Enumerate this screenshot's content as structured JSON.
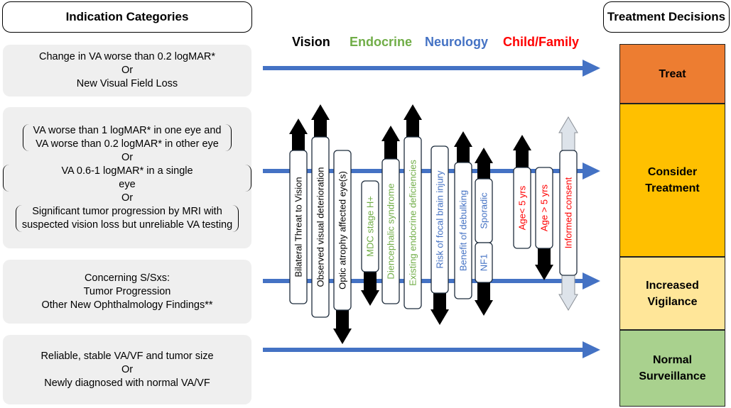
{
  "headers": {
    "left": "Indication Categories",
    "right": "Treatment Decisions"
  },
  "legend": [
    {
      "label": "Vision",
      "color": "#000000"
    },
    {
      "label": "Endocrine",
      "color": "#70ad47"
    },
    {
      "label": "Neurology",
      "color": "#4472c4"
    },
    {
      "label": "Child/Family",
      "color": "#ff0000"
    }
  ],
  "categories": {
    "c1": {
      "line1": "Change in VA worse than 0.2 logMAR*",
      "or": "Or",
      "line2": "New Visual Field Loss"
    },
    "c2": {
      "b1_line1": "VA worse than 1 logMAR* in one eye and",
      "b1_line2": "VA worse than 0.2 logMAR* in other eye",
      "or1": "Or",
      "b2_line1": "VA 0.6-1 logMAR* in a single eye",
      "or2": "Or",
      "b3_line1": "Significant tumor progression by MRI with",
      "b3_line2": "suspected vision loss but unreliable VA testing"
    },
    "c3": {
      "line1": "Concerning S/Sxs:",
      "line2": "Tumor Progression",
      "line3": "Other New Ophthalmology Findings**"
    },
    "c4": {
      "line1": "Reliable, stable VA/VF and tumor size",
      "or": "Or",
      "line2": "Newly diagnosed with normal VA/VF"
    }
  },
  "decisions": [
    {
      "label": "Treat",
      "color": "#ed7d31"
    },
    {
      "label": "Consider Treatment",
      "color": "#ffc000"
    },
    {
      "label": "Increased Vigilance",
      "color": "#ffe699"
    },
    {
      "label": "Normal Surveillance",
      "color": "#a9d18e"
    }
  ],
  "factors": [
    {
      "label": "Bilateral Threat to Vision",
      "domain": "vision",
      "color": "#000000",
      "arrow": "up"
    },
    {
      "label": "Observed visual deterioration",
      "domain": "vision",
      "color": "#000000",
      "arrow": "up"
    },
    {
      "label": "Optic atrophy affected eye(s)",
      "domain": "vision",
      "color": "#000000",
      "arrow": "down"
    },
    {
      "label": "MDC stage H+",
      "domain": "endocrine",
      "color": "#70ad47",
      "arrow": "down"
    },
    {
      "label": "Diencephalic syndrome",
      "domain": "endocrine",
      "color": "#70ad47",
      "arrow": "up"
    },
    {
      "label": "Existing endocrine deficiencies",
      "domain": "endocrine",
      "color": "#70ad47",
      "arrow": "up"
    },
    {
      "label": "Risk of focal brain injury",
      "domain": "neurology",
      "color": "#4472c4",
      "arrow": "down"
    },
    {
      "label": "Benefit of debulking",
      "domain": "neurology",
      "color": "#4472c4",
      "arrow": "up"
    },
    {
      "label": "Sporadic",
      "domain": "neurology",
      "color": "#4472c4",
      "arrow": "up"
    },
    {
      "label": "NF1",
      "domain": "neurology",
      "color": "#4472c4",
      "arrow": "down"
    },
    {
      "label": "Age< 5 yrs",
      "domain": "child",
      "color": "#ff0000",
      "arrow": "up"
    },
    {
      "label": "Age > 5 yrs",
      "domain": "child",
      "color": "#ff0000",
      "arrow": "down"
    },
    {
      "label": "Informed consent",
      "domain": "child",
      "color": "#ff0000",
      "arrow": "both-light"
    }
  ],
  "colors": {
    "flow_arrow": "#4472c4",
    "arrow_dark": "#000000",
    "arrow_light": "#dde3ea"
  }
}
